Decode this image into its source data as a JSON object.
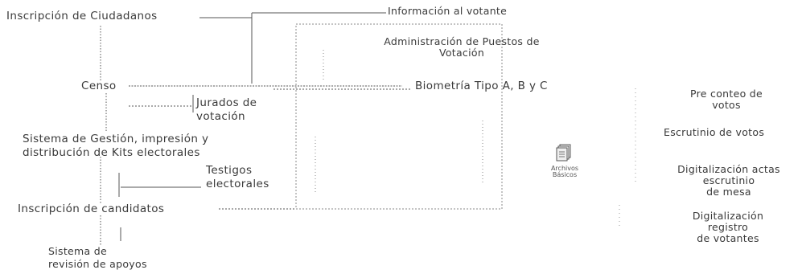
{
  "nodes": {
    "inscripcion_ciudadanos": "Inscripción de Ciudadanos",
    "informacion_votante": "Información al votante",
    "admin_puestos": [
      "Administración de Puestos de",
      "Votación"
    ],
    "censo": "Censo",
    "biometria": "Biometría Tipo A, B y C",
    "jurados": [
      "Jurados de",
      "votación"
    ],
    "sistema_gestion": [
      "Sistema de Gestión, impresión y",
      "distribución de Kits electorales"
    ],
    "testigos": [
      "Testigos",
      "electorales"
    ],
    "inscripcion_candidatos": "Inscripción de candidatos",
    "sistema_revision": [
      "Sistema de",
      "revisión de apoyos"
    ],
    "archivos_basicos": [
      "Archivos",
      "Básicos"
    ],
    "pre_conteo": [
      "Pre conteo de",
      "votos"
    ],
    "escrutinio": "Escrutinio de votos",
    "digitalizacion_actas": [
      "Digitalización actas",
      "escrutinio",
      "de mesa"
    ],
    "digitalizacion_registro": [
      "Digitalización",
      "registro",
      "de votantes"
    ]
  },
  "icons": {
    "archivos": "document-stack-icon"
  },
  "colors": {
    "text": "#3a3a3a",
    "line": "#555555",
    "dotted": "#8a8a8a",
    "tiny": "#7a7a7a"
  }
}
